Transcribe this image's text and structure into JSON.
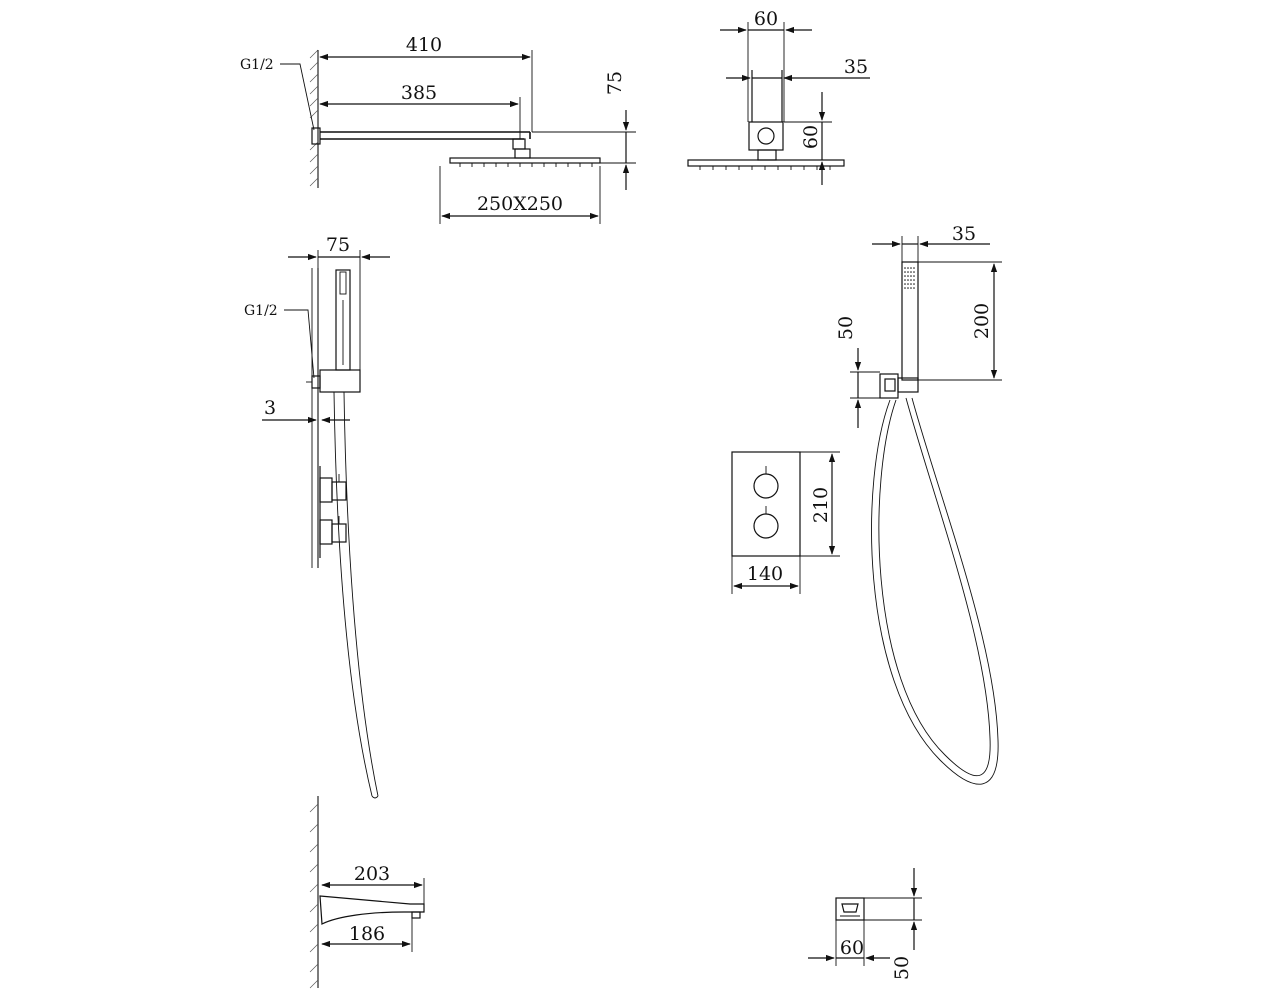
{
  "views": {
    "overhead_side": {
      "thread_label": "G1/2",
      "dim_arm_total": "410",
      "dim_arm_inner": "385",
      "dim_drop": "75",
      "dim_head_size": "250X250"
    },
    "overhead_front": {
      "dim_top_width": "60",
      "dim_inner_width": "35",
      "dim_height": "60"
    },
    "handshower_side": {
      "dim_depth": "75",
      "thread_label": "G1/2",
      "dim_offset": "3"
    },
    "handshower_front": {
      "dim_width": "35",
      "dim_length": "200",
      "dim_holder": "50"
    },
    "valve_plate": {
      "dim_height": "210",
      "dim_width": "140"
    },
    "spout_side": {
      "dim_total": "203",
      "dim_inner": "186"
    },
    "spout_front": {
      "dim_width": "60",
      "dim_height": "50"
    }
  }
}
